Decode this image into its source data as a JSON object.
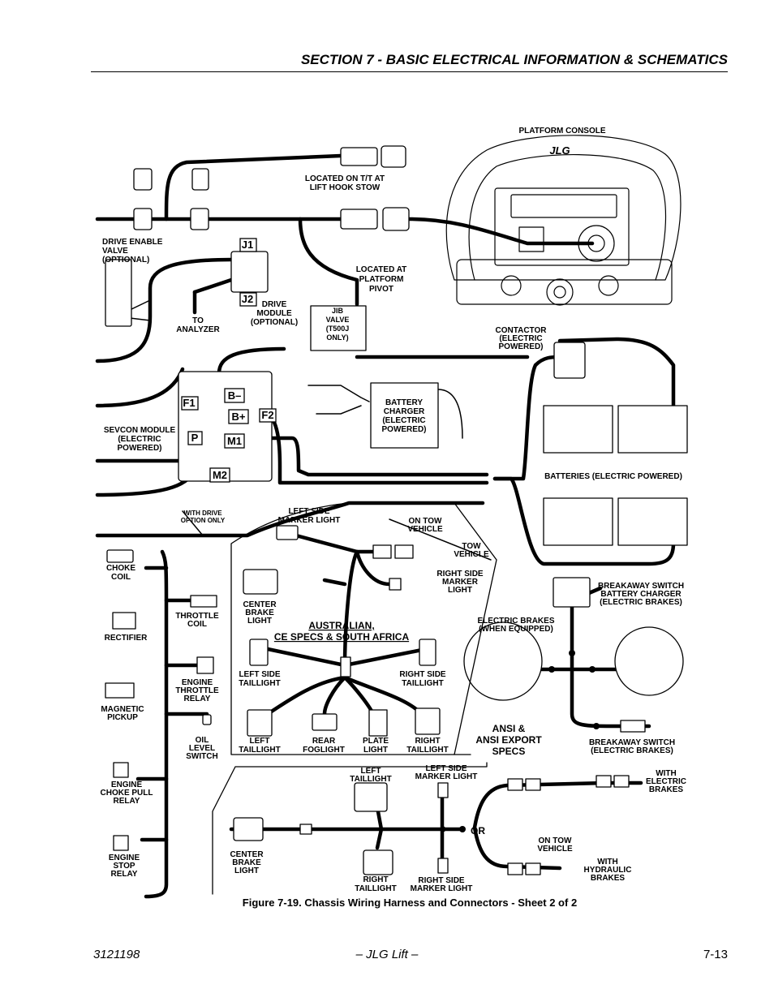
{
  "header": {
    "title": "SECTION 7 - BASIC ELECTRICAL INFORMATION & SCHEMATICS"
  },
  "figure": {
    "caption": "Figure 7-19.  Chassis Wiring Harness and Connectors - Sheet 2 of 2"
  },
  "footer": {
    "doc_number": "3121198",
    "company": "– JLG Lift –",
    "page": "7-13"
  },
  "console": {
    "title": "PLATFORM CONSOLE",
    "logo": "JLG"
  },
  "labels": {
    "located_tt": [
      "LOCATED ON T/T AT",
      "LIFT HOOK STOW"
    ],
    "drive_enable": [
      "DRIVE ENABLE",
      "VALVE",
      "(OPTIONAL)"
    ],
    "j1": "J1",
    "j2": "J2",
    "to_analyzer": [
      "TO",
      "ANALYZER"
    ],
    "drive_module": [
      "DRIVE",
      "MODULE",
      "(OPTIONAL)"
    ],
    "located_pivot": [
      "LOCATED AT",
      "PLATFORM",
      "PIVOT"
    ],
    "jib_valve": [
      "JIB",
      "VALVE",
      "(T500J",
      "ONLY)"
    ],
    "contactor": [
      "CONTACTOR",
      "(ELECTRIC",
      "POWERED)"
    ],
    "b_minus": "B–",
    "b_plus": "B+",
    "f1": "F1",
    "f2": "F2",
    "p": "P",
    "m1": "M1",
    "m2": "M2",
    "sevcon": [
      "SEVCON MODULE",
      "(ELECTRIC",
      "POWERED)"
    ],
    "battery_charger": [
      "BATTERY",
      "CHARGER",
      "(ELECTRIC",
      "POWERED)"
    ],
    "batteries": "BATTERIES (ELECTRIC POWERED)",
    "with_drive": [
      "WITH DRIVE",
      "OPTION ONLY"
    ],
    "left_side_marker": [
      "LEFT SIDE",
      "MARKER LIGHT"
    ],
    "on_tow_1": [
      "ON TOW",
      "VEHICLE"
    ],
    "tow_vehicle": [
      "TOW",
      "VEHICLE"
    ],
    "right_side_marker": [
      "RIGHT SIDE",
      "MARKER",
      "LIGHT"
    ],
    "choke_coil": [
      "CHOKE",
      "COIL"
    ],
    "center_brake_1": [
      "CENTER",
      "BRAKE",
      "LIGHT"
    ],
    "throttle_coil": [
      "THROTTLE",
      "COIL"
    ],
    "rectifier": "RECTIFIER",
    "aus": [
      "AUSTRALIAN,",
      "CE SPECS & SOUTH AFRICA"
    ],
    "breakaway_charger": [
      "BREAKAWAY SWITCH",
      "BATTERY CHARGER",
      "(ELECTRIC BRAKES)"
    ],
    "electric_brakes": [
      "ELECTRIC BRAKES",
      "(WHEN EQUIPPED)"
    ],
    "left_side_tail": [
      "LEFT SIDE",
      "TAILLIGHT"
    ],
    "right_side_tail": [
      "RIGHT SIDE",
      "TAILLIGHT"
    ],
    "engine_throttle": [
      "ENGINE",
      "THROTTLE",
      "RELAY"
    ],
    "magnetic_pickup": [
      "MAGNETIC",
      "PICKUP"
    ],
    "oil_level": [
      "OIL",
      "LEVEL",
      "SWITCH"
    ],
    "left_tail": [
      "LEFT",
      "TAILLIGHT"
    ],
    "rear_fog": [
      "REAR",
      "FOGLIGHT"
    ],
    "plate": [
      "PLATE",
      "LIGHT"
    ],
    "right_tail": [
      "RIGHT",
      "TAILLIGHT"
    ],
    "ansi": [
      "ANSI &",
      "ANSI EXPORT",
      "SPECS"
    ],
    "breakaway_elec": [
      "BREAKAWAY SWITCH",
      "(ELECTRIC BRAKES)"
    ],
    "engine_choke": [
      "ENGINE",
      "CHOKE PULL",
      "RELAY"
    ],
    "left_tail_2": [
      "LEFT",
      "TAILLIGHT"
    ],
    "left_side_marker_2": [
      "LEFT  SIDE",
      "MARKER LIGHT"
    ],
    "with_electric": [
      "WITH",
      "ELECTRIC",
      "BRAKES"
    ],
    "or": "OR",
    "on_tow_2": [
      "ON TOW",
      "VEHICLE"
    ],
    "with_hydraulic": [
      "WITH",
      "HYDRAULIC",
      "BRAKES"
    ],
    "center_brake_2": [
      "CENTER",
      "BRAKE",
      "LIGHT"
    ],
    "right_tail_2": [
      "RIGHT",
      "TAILLIGHT"
    ],
    "right_side_marker_2": [
      "RIGHT  SIDE",
      "MARKER LIGHT"
    ],
    "engine_stop": [
      "ENGINE",
      "STOP",
      "RELAY"
    ]
  }
}
